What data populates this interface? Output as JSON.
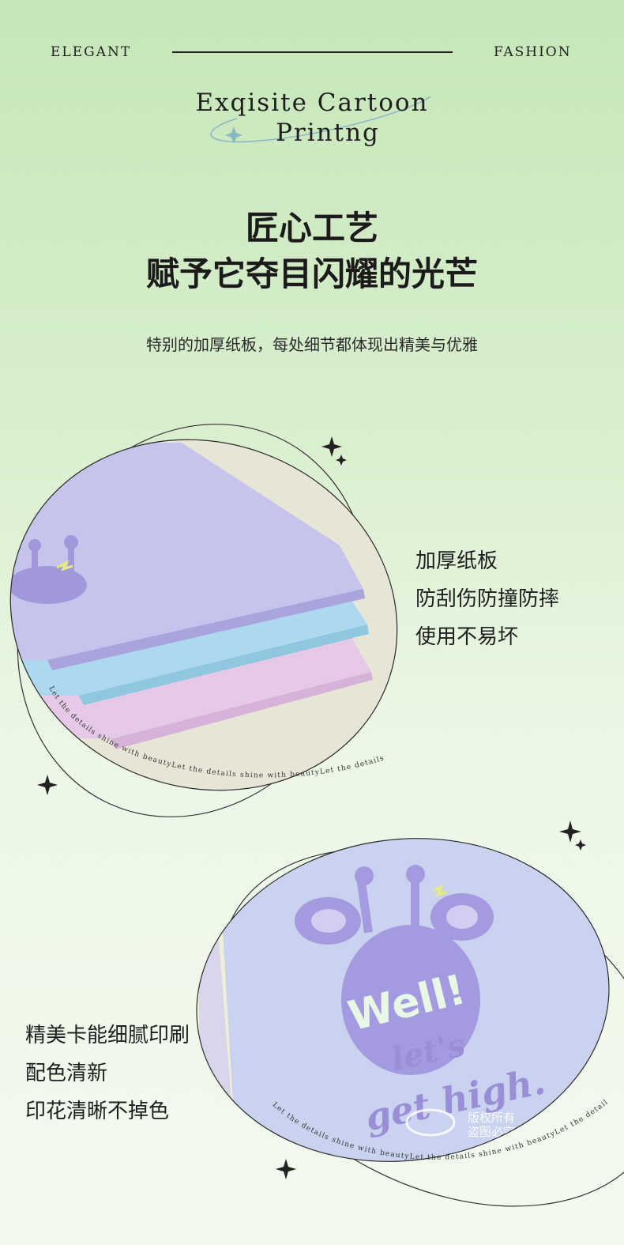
{
  "header": {
    "left_label": "ELEGANT",
    "right_label": "FASHION",
    "title_line1": "Exqisite Cartoon",
    "title_line2": "Printng"
  },
  "headline": {
    "line1": "匠心工艺",
    "line2": "赋予它夺目闪耀的光芒"
  },
  "subtitle": "特别的加厚纸板，每处细节都体现出精美与优雅",
  "feature_top": {
    "items": [
      "加厚纸板",
      "防刮伤防撞防摔",
      "使用不易坏"
    ],
    "ring_text": "Let the details shine with beautyLet the details shine with beautyLet the details"
  },
  "feature_bottom": {
    "items": [
      "精美卡能细腻印刷",
      "配色清新",
      "印花清晰不掉色"
    ],
    "ring_text": "Let the details shine with beautyLet the details shine with beautyLet the details",
    "product_print": {
      "word1": "Well!",
      "word2": "let's",
      "word3": "get high."
    },
    "watermark": {
      "line1": "版权所有",
      "line2": "盗图必究"
    }
  },
  "colors": {
    "bg_top": "#c6e6b8",
    "bg_bottom": "#f3f9ee",
    "folder_purple": "#c5c3ec",
    "folder_blue": "#a9d9ef",
    "folder_pink": "#e6c8e6",
    "print_purple": "#9b8fd8",
    "print_mint": "#e6f8e6"
  }
}
